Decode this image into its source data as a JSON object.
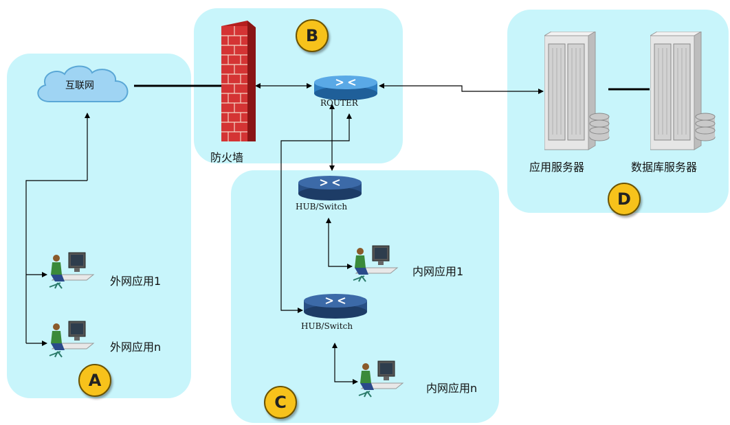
{
  "zones": {
    "a_badge": "A",
    "b_badge": "B",
    "c_badge": "C",
    "d_badge": "D"
  },
  "nodes": {
    "internet": "互联网",
    "firewall": "防火墙",
    "router": "ROUTER",
    "hub_switch_1": "HUB/Switch",
    "hub_switch_2": "HUB/Switch",
    "app_server": "应用服务器",
    "db_server": "数据库服务器",
    "external_app_1": "外网应用1",
    "external_app_n": "外网应用n",
    "internal_app_1": "内网应用1",
    "internal_app_n": "内网应用n"
  },
  "colors": {
    "zone_fill": "#c8f5fb",
    "badge_fill": "#f7c21b",
    "cloud_fill": "#9fd4f3",
    "firewall_brick": "#c42a2a",
    "router_fill": "#3c8fd1",
    "switch_fill": "#2e5d9e",
    "server_fill": "#e8e8e8"
  }
}
